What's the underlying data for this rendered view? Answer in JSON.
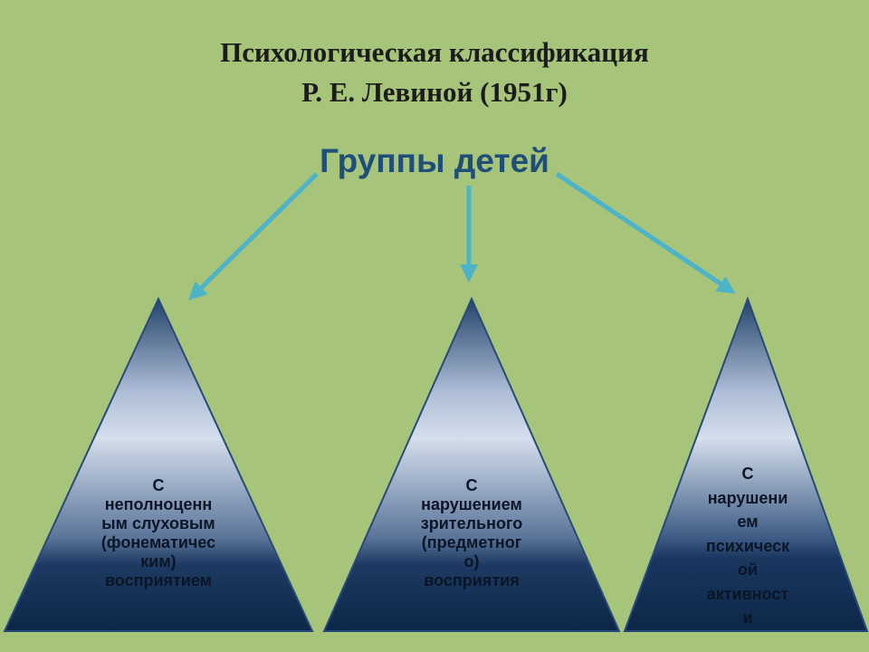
{
  "title": {
    "line1": "Психологическая классификация",
    "line2": "Р. Е. Левиной (1951г)"
  },
  "subtitle": "Группы детей",
  "groups": [
    {
      "lines": [
        "С",
        "неполноценн",
        "ым слуховым",
        "(фонематичес",
        "ким)",
        "восприятием"
      ]
    },
    {
      "lines": [
        "С",
        "нарушением",
        "зрительного",
        "(предметног",
        "о)",
        "восприятия"
      ]
    },
    {
      "lines": [
        "С",
        "нарушени",
        "ем",
        "психическ",
        "ой",
        "активност",
        "и"
      ]
    }
  ],
  "colors": {
    "background": "#a6c47a",
    "title": "#1c1c1c",
    "subtitle": "#1f4e79",
    "arrow": "#4db3c9",
    "triangle_top": "#e8eef8",
    "triangle_bottom": "#0f2a4e"
  }
}
